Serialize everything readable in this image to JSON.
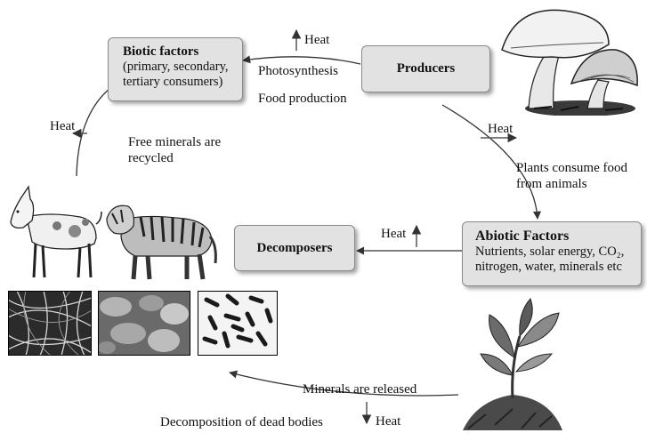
{
  "nodes": {
    "biotic": {
      "title": "Biotic factors",
      "line1": "(primary, secondary,",
      "line2": "tertiary consumers)"
    },
    "producers": {
      "title": "Producers"
    },
    "abiotic": {
      "title": "Abiotic Factors",
      "line1": "Nutrients, solar energy, CO₂,",
      "line2": "nitrogen, water, minerals etc"
    },
    "decomposers": {
      "title": "Decomposers"
    }
  },
  "labels": {
    "photosynthesis": "Photosynthesis",
    "food_production": "Food production",
    "free_minerals_1": "Free minerals are",
    "free_minerals_2": "recycled",
    "plants_consume_1": "Plants consume food",
    "plants_consume_2": "from animals",
    "minerals_released": "Minerals are released",
    "decomposition": "Decomposition of dead bodies",
    "heat": "Heat"
  },
  "colors": {
    "box_fill": "#e2e2e2",
    "arrow": "#333333"
  },
  "images": [
    "mushroom-illustration",
    "plant-seedling-illustration",
    "goat-illustration",
    "tiger-illustration",
    "fungi-micrograph",
    "cells-micrograph",
    "bacteria-micrograph"
  ]
}
